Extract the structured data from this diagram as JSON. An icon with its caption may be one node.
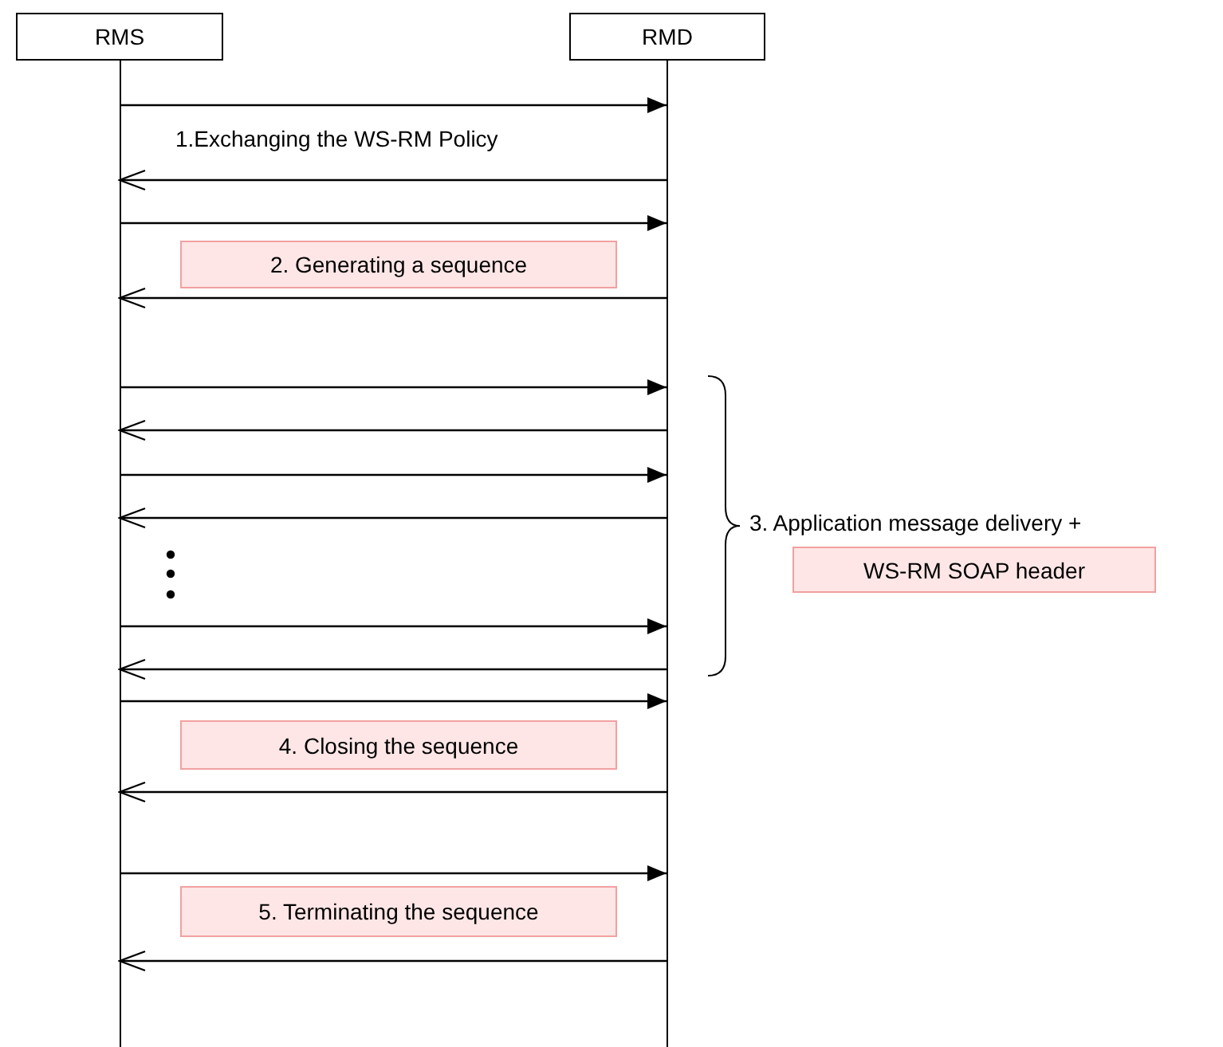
{
  "diagram": {
    "nodes": [
      {
        "text": [
          "RMS"
        ]
      },
      {
        "text": [
          "RMD"
        ]
      },
      {
        "text": [
          "2. Generating a sequence"
        ]
      },
      {
        "text": [
          "WS-RM SOAP header"
        ],
        "beside": [
          "3. Application message delivery +"
        ]
      },
      {
        "text": [
          "4. Closing the sequence"
        ]
      },
      {
        "text": [
          "5. Terminating the sequence"
        ]
      }
    ],
    "edges": [
      {
        "from": 0,
        "to": 1,
        "arrow": "to"
      },
      {
        "from": 1,
        "to": 0,
        "arrow": "to"
      },
      {
        "from": 0,
        "to": 1,
        "arrow": "to"
      },
      {
        "from": 1,
        "to": 0,
        "arrow": "to"
      },
      {
        "from": 0,
        "to": 1,
        "arrow": "to"
      },
      {
        "from": 1,
        "to": 0,
        "arrow": "to"
      },
      {
        "from": 0,
        "to": 1,
        "arrow": "to"
      },
      {
        "from": 1,
        "to": 0,
        "arrow": "to"
      },
      {
        "from": 0,
        "to": 1,
        "arrow": "to"
      },
      {
        "from": 1,
        "to": 0,
        "arrow": "to"
      },
      {
        "from": 0,
        "to": 1,
        "arrow": "to"
      },
      {
        "from": 1,
        "to": 0,
        "arrow": "to"
      },
      {
        "from": 0,
        "to": 1,
        "arrow": "to"
      },
      {
        "from": 1,
        "to": 0,
        "arrow": "to"
      }
    ],
    "labels": [
      "1.Exchanging the WS-RM Policy"
    ]
  }
}
